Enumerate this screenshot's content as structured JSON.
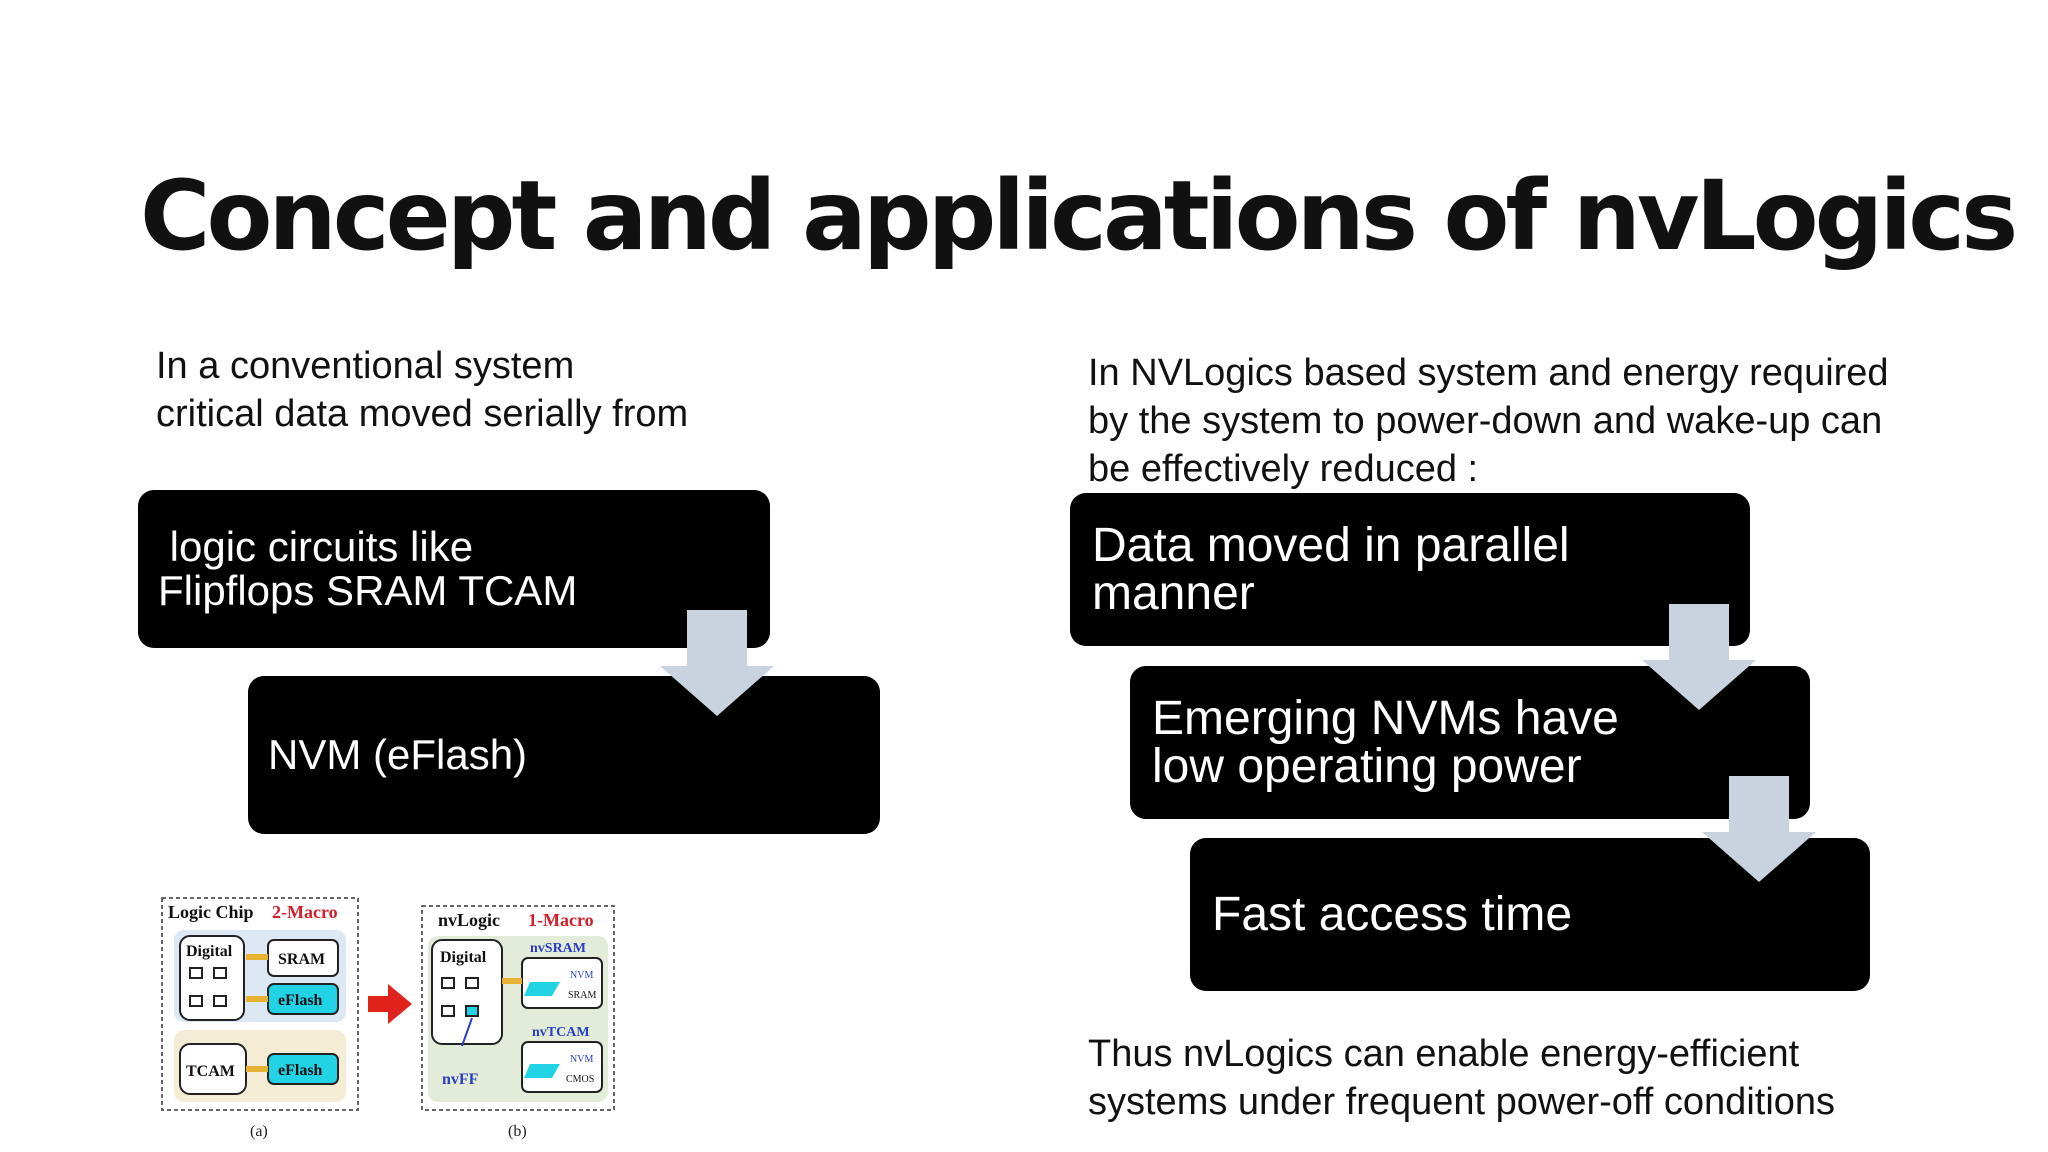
{
  "title": "Concept and applications of nvLogics",
  "left": {
    "intro": [
      "In a conventional system",
      "critical data moved serially from"
    ],
    "box1": [
      " logic circuits like",
      "Flipflops SRAM TCAM"
    ],
    "box2": "NVM (eFlash)"
  },
  "right": {
    "intro": [
      "In NVLogics based system and energy required",
      "by the system to power-down and wake-up can",
      "be effectively reduced :"
    ],
    "box1": [
      "Data moved in parallel",
      "manner"
    ],
    "box2": [
      "Emerging NVMs have",
      "low operating power"
    ],
    "box3": "Fast access time",
    "conclusion": [
      "Thus nvLogics can enable energy-efficient",
      "systems under frequent power-off conditions"
    ]
  },
  "figure": {
    "a": {
      "chip_label": "Logic Chip",
      "macro_label": "2-Macro",
      "digital": "Digital",
      "sram": "SRAM",
      "eflash1": "eFlash",
      "tcam": "TCAM",
      "eflash2": "eFlash",
      "caption": "(a)"
    },
    "b": {
      "chip_label": "nvLogic",
      "macro_label": "1-Macro",
      "nvsram": "nvSRAM",
      "digital": "Digital",
      "nvm1": "NVM",
      "sram": "SRAM",
      "nvtcam": "nvTCAM",
      "nvm2": "NVM",
      "cmos": "CMOS",
      "nvff": "nvFF",
      "caption": "(b)"
    }
  },
  "colors": {
    "box": "#000000",
    "arrow": "#c9d3df",
    "eflash": "#22d3e6",
    "red": "#e0231a",
    "macro_red": "#d4202a",
    "blue_label": "#2a3fc0"
  }
}
